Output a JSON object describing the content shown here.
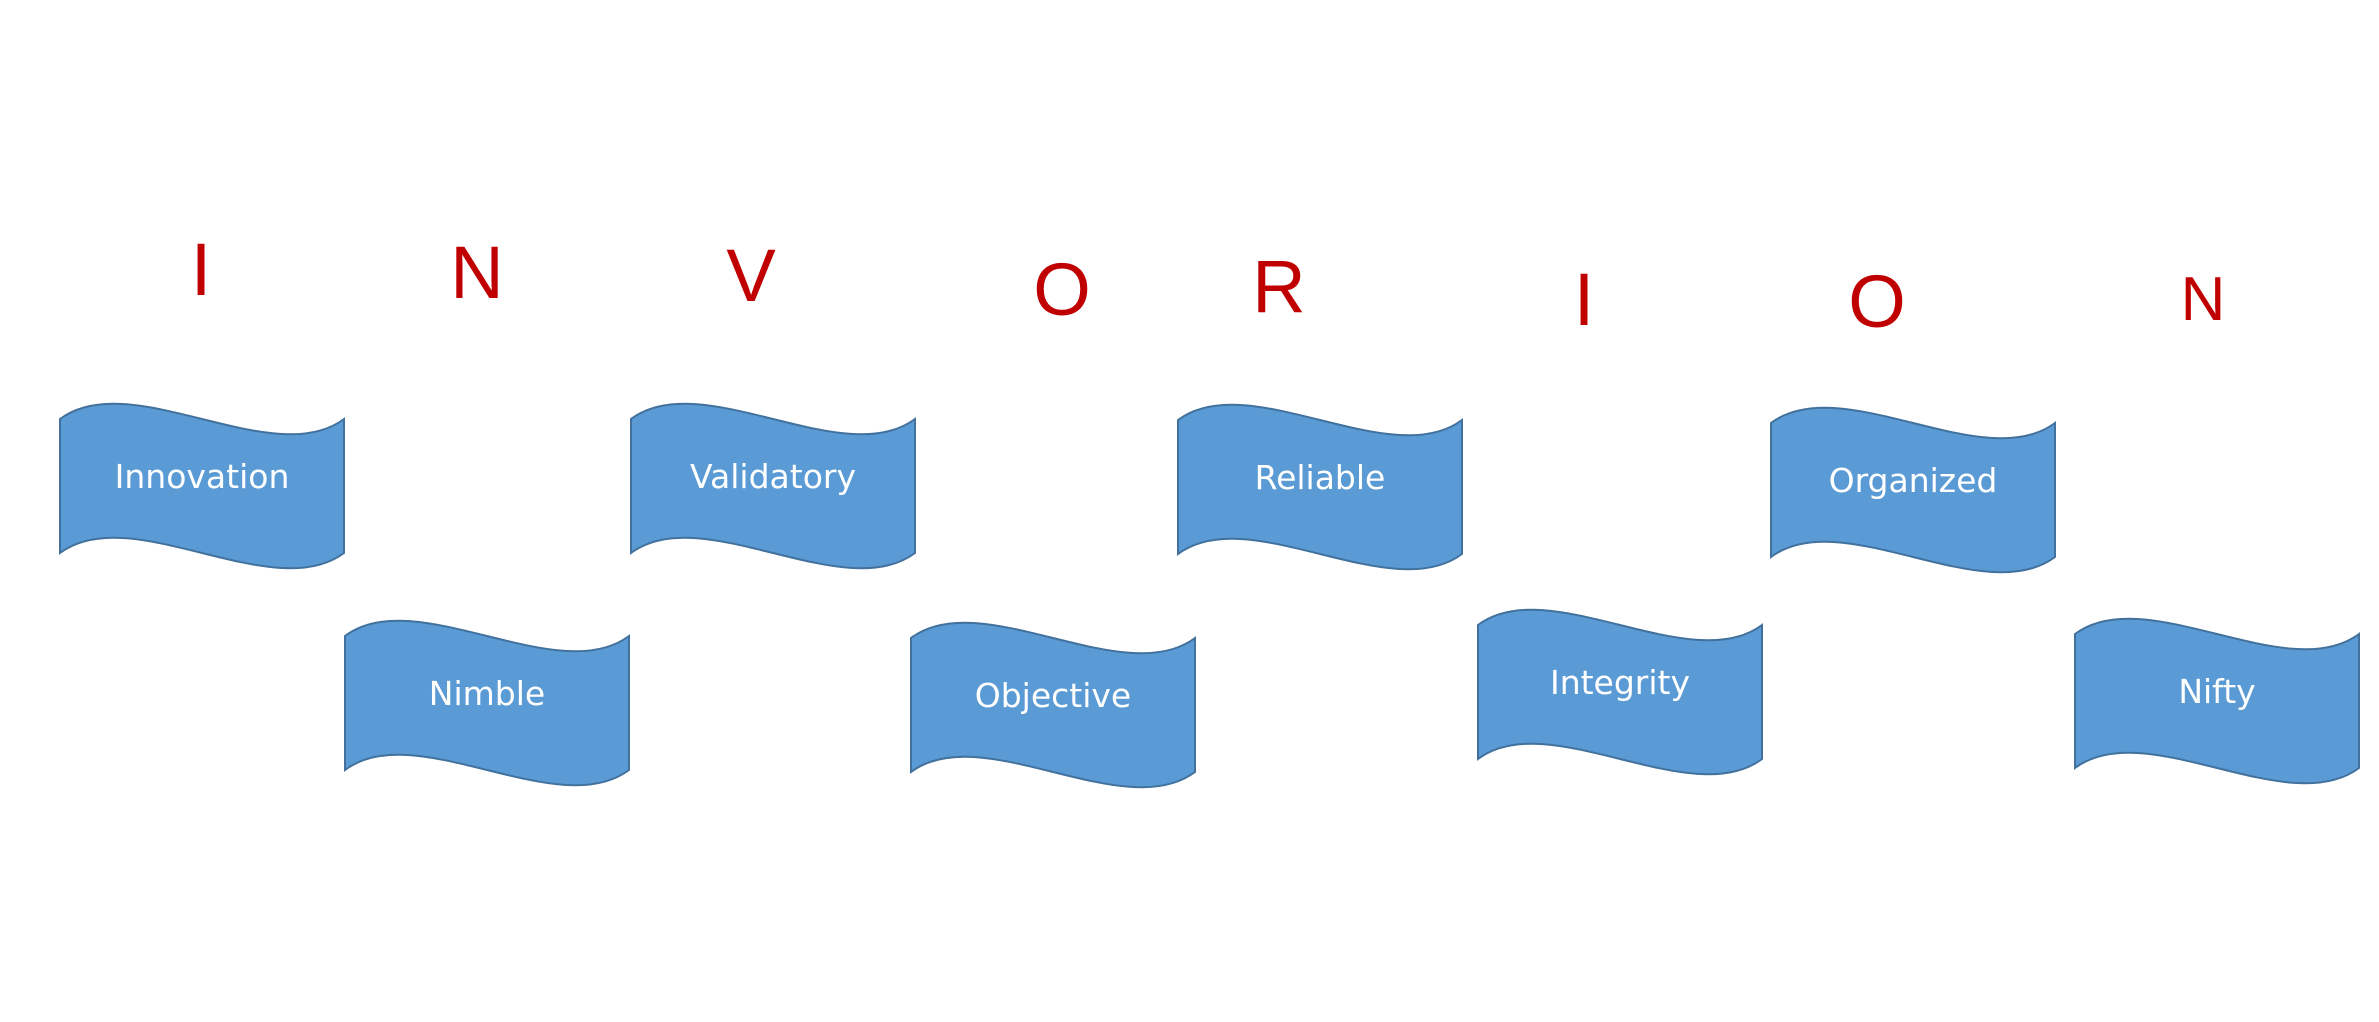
{
  "colors": {
    "letter": "#c00000",
    "wave_fill": "#5b9bd5",
    "wave_stroke": "#41719c",
    "label": "#ffffff"
  },
  "letters": [
    "I",
    "N",
    "V",
    "O",
    "R",
    "I",
    "O",
    "N"
  ],
  "words": [
    "Innovation",
    "Nimble",
    "Validatory",
    "Objective",
    "Reliable",
    "Integrity",
    "Organized",
    "Nifty"
  ],
  "shape": "wave-banner"
}
